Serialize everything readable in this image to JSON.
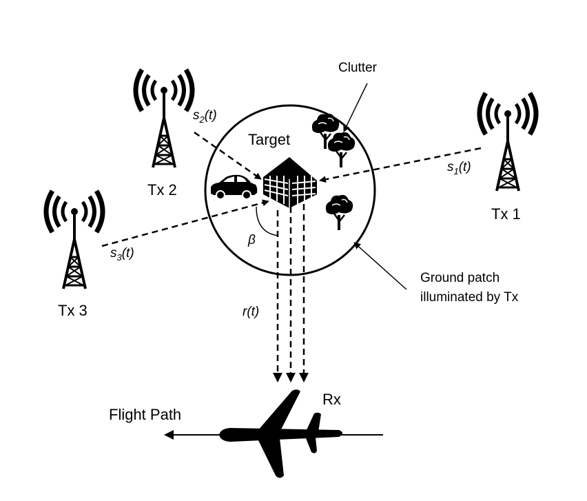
{
  "labels": {
    "clutter": "Clutter",
    "target": "Target",
    "tx1": "Tx 1",
    "tx2": "Tx 2",
    "tx3": "Tx 3",
    "ground_patch_line1": "Ground patch",
    "ground_patch_line2": "illuminated by Tx",
    "flight_path": "Flight Path",
    "rx": "Rx"
  },
  "signals": {
    "s1": {
      "base": "s",
      "sub": "1",
      "arg": "(t)"
    },
    "s2": {
      "base": "s",
      "sub": "2",
      "arg": "(t)"
    },
    "s3": {
      "base": "s",
      "sub": "3",
      "arg": "(t)"
    },
    "r": {
      "base": "r",
      "arg": "(t)"
    },
    "beta": "β"
  },
  "icons": [
    "tower-icon",
    "building-icon",
    "car-icon",
    "tree-icon",
    "airplane-icon"
  ],
  "colors": {
    "ink": "#000000",
    "background": "#ffffff"
  }
}
